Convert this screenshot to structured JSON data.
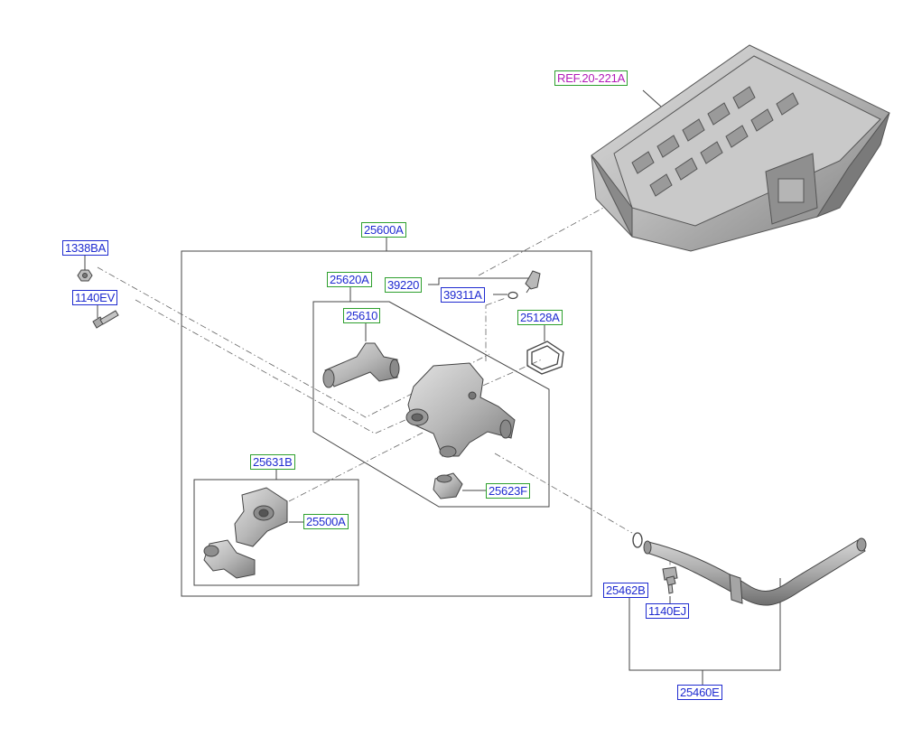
{
  "parts": {
    "ref": "REF.20-221A",
    "p25600A": "25600A",
    "p25620A": "25620A",
    "p25610": "25610",
    "p39220": "39220",
    "p39311A": "39311A",
    "p25128A": "25128A",
    "p1338BA": "1338BA",
    "p1140EV": "1140EV",
    "p25631B": "25631B",
    "p25500A": "25500A",
    "p25623F": "25623F",
    "p25462B": "25462B",
    "p1140EJ": "1140EJ",
    "p25460E": "25460E"
  },
  "colors": {
    "label_blue": "#1f2bd0",
    "label_green_border": "#2ea02e",
    "ref_magenta": "#b21ab8",
    "line_gray": "#555555"
  }
}
